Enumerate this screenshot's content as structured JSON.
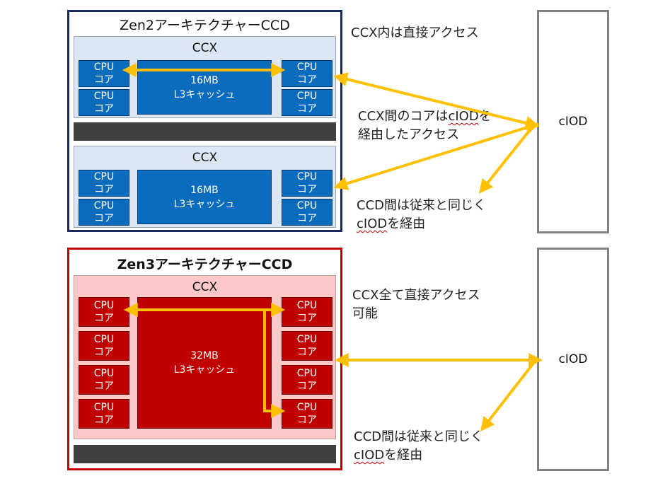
{
  "zen2": {
    "title": "Zen2アーキテクチャーCCD",
    "ccx_label": "CCX",
    "core_line1": "CPU",
    "core_line2": "コア",
    "cache_size": "16MB",
    "cache_name": "L3キャッシュ"
  },
  "zen3": {
    "title": "Zen3アーキテクチャーCCD",
    "ccx_label": "CCX",
    "core_line1": "CPU",
    "core_line2": "コア",
    "cache_size": "32MB",
    "cache_name": "L3キャッシュ"
  },
  "iod": {
    "label": "cIOD"
  },
  "notes": {
    "zen2_intra": "CCX内は直接アクセス",
    "zen2_inter_a": "CCX間のコアは",
    "zen2_inter_iod": "cIOD",
    "zen2_inter_b": "を",
    "zen2_inter_line2": "経由したアクセス",
    "ccd_line1": "CCD間は従来と同じく",
    "ccd_iod": "cIOD",
    "ccd_line2_rest": "を経由",
    "zen3_line1": "CCX全て直接アクセス",
    "zen3_line2": "可能"
  },
  "colors": {
    "zen2_border": "#1a2a5a",
    "zen3_border": "#c00000",
    "core_blue": "#0b6cbd",
    "core_red": "#c00000",
    "arrow": "#ffc000"
  }
}
